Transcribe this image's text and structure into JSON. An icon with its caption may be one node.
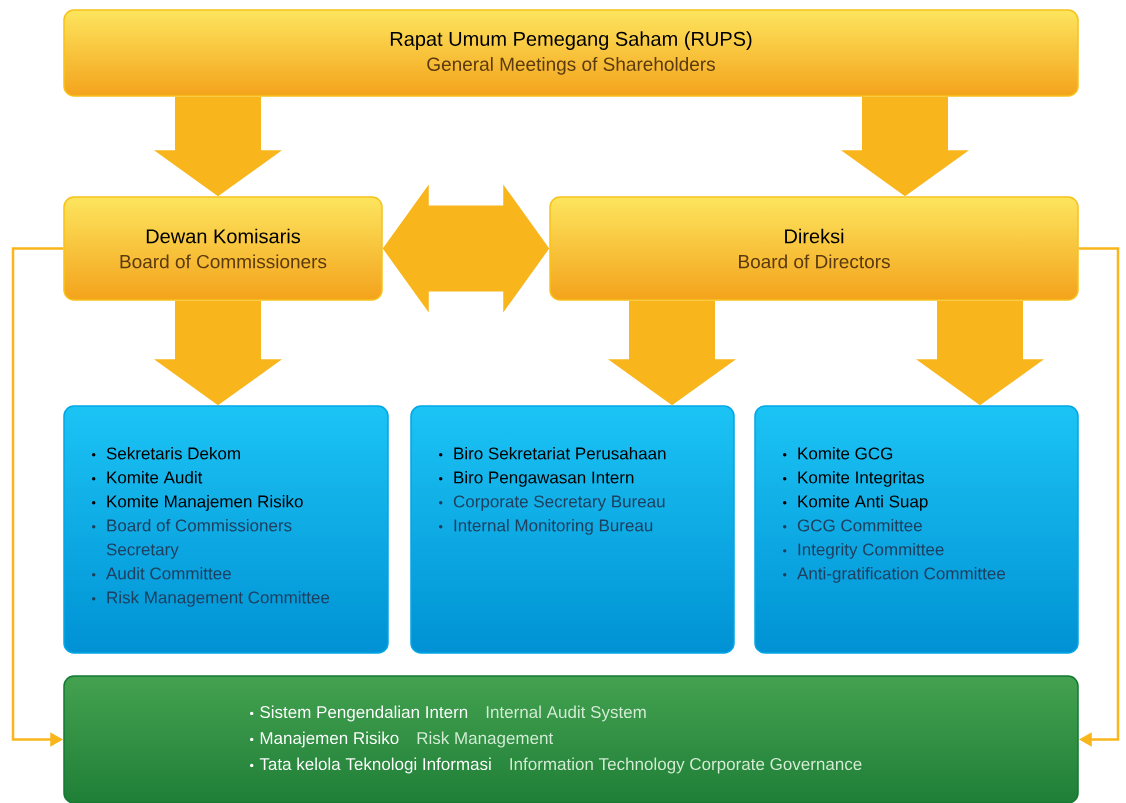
{
  "diagram": {
    "nodes": [
      {
        "text": [
          "Rapat Umum Pemegang Saham (RUPS)",
          "General Meetings of Shareholders"
        ]
      },
      {
        "text": [
          "Dewan Komisaris",
          "Board of Commissioners"
        ]
      },
      {
        "text": [
          "Direksi",
          "Board of Directors"
        ]
      },
      {
        "text": [
          "Sekretaris Dekom",
          "Komite Audit",
          "Komite Manajemen Risiko",
          "Board of Commissioners Secretary",
          "Audit Committee",
          "Risk Management Committee"
        ]
      },
      {
        "text": [
          "Biro Sekretariat Perusahaan",
          "Biro Pengawasan  Intern",
          "Corporate Secretary Bureau",
          "Internal Monitoring Bureau"
        ]
      },
      {
        "text": [
          "Komite GCG",
          "Komite Integritas",
          "Komite Anti Suap",
          "GCG Committee",
          "Integrity Committee",
          "Anti-gratification Committee"
        ]
      },
      {
        "text": [
          "Sistem Pengendalian Intern",
          "Internal Audit System",
          "Manajemen Risiko",
          "Risk Management",
          "Tata kelola Teknologi Informasi",
          "Information Technology Corporate Governance"
        ]
      }
    ],
    "edges": [
      {
        "from": 0,
        "to": 1,
        "arrow": "to",
        "style": "thick"
      },
      {
        "from": 0,
        "to": 2,
        "arrow": "to",
        "style": "thick"
      },
      {
        "from": 1,
        "to": 2,
        "arrow": "both",
        "style": "thick"
      },
      {
        "from": 1,
        "to": 3,
        "arrow": "to",
        "style": "thick"
      },
      {
        "from": 2,
        "to": 4,
        "arrow": "to",
        "style": "thick"
      },
      {
        "from": 2,
        "to": 5,
        "arrow": "to",
        "style": "thick"
      },
      {
        "from": 1,
        "to": 6,
        "arrow": "to"
      },
      {
        "from": 2,
        "to": 6,
        "arrow": "to"
      }
    ]
  }
}
